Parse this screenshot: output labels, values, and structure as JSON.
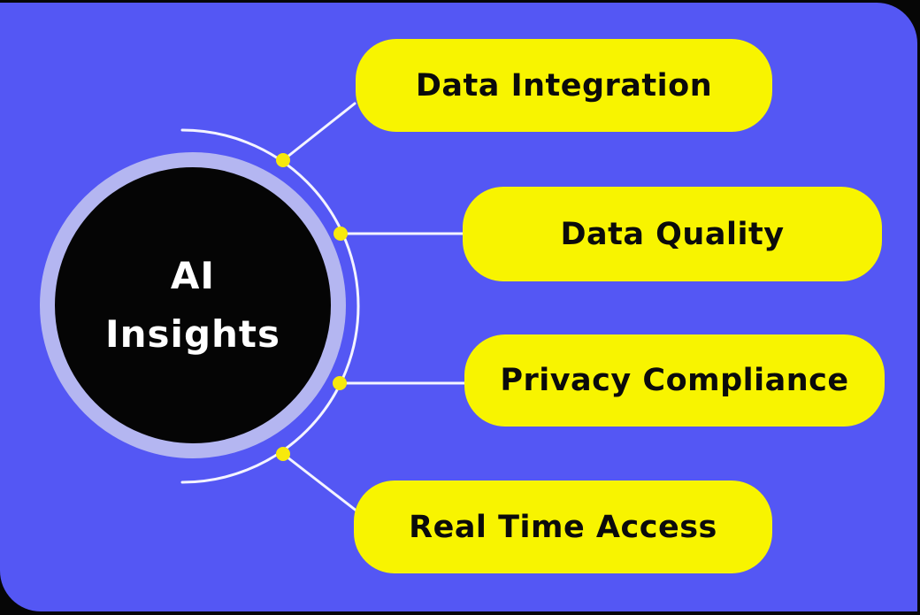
{
  "diagram": {
    "center": {
      "line1": "AI",
      "line2": "Insights"
    },
    "nodes": [
      {
        "label": "Data Integration"
      },
      {
        "label": "Data Quality"
      },
      {
        "label": "Privacy Compliance"
      },
      {
        "label": "Real Time Access"
      }
    ],
    "colors": {
      "background": "#060606",
      "panel": "#5457F4",
      "center_fill": "#050505",
      "center_ring": "#B4B6F1",
      "center_text": "#FFFFFF",
      "node_fill": "#F8F400",
      "node_text": "#0B0B0B",
      "connector": "#F4F4FF",
      "dot": "#F7E90D"
    }
  }
}
